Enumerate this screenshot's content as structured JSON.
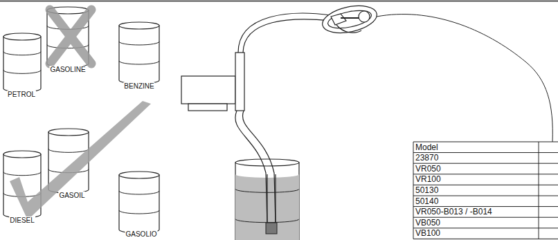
{
  "diagram": {
    "labels": [
      "PETROL",
      "GASOLINE",
      "BENZINE",
      "DIESEL",
      "GASOIL",
      "GASOLIO",
      "Model",
      "23870",
      "VR050",
      "VR100",
      "50130",
      "50140",
      "VR050-B013 / -B014",
      "VB050",
      "VB100"
    ]
  }
}
